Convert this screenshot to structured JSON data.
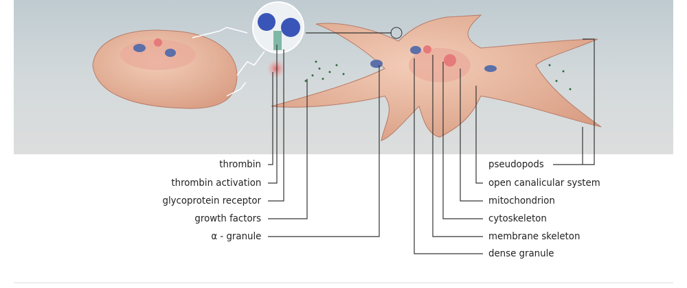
{
  "title": "Platelet activation",
  "left_labels": {
    "thrombin": "thrombin",
    "thrombin_activation": "thrombin activation",
    "glycoprotein_receptor": "glycoprotein receptor",
    "growth_factors": "growth factors",
    "alpha_granule": "α - granule"
  },
  "right_labels": {
    "pseudopods": "pseudopods",
    "open_canalicular_system": "open canalicular system",
    "mitochondrion": "mitochondrion",
    "cytoskeleton": "cytoskeleton",
    "membrane_skeleton": "membrane skeleton",
    "dense_granule": "dense granule"
  },
  "colors": {
    "background": "#c9d2d6",
    "platelet": "#e8b49b",
    "granule": "#5b6fa8",
    "growth_factor_dots": "#2e6b3e",
    "leader_line": "#333333"
  }
}
